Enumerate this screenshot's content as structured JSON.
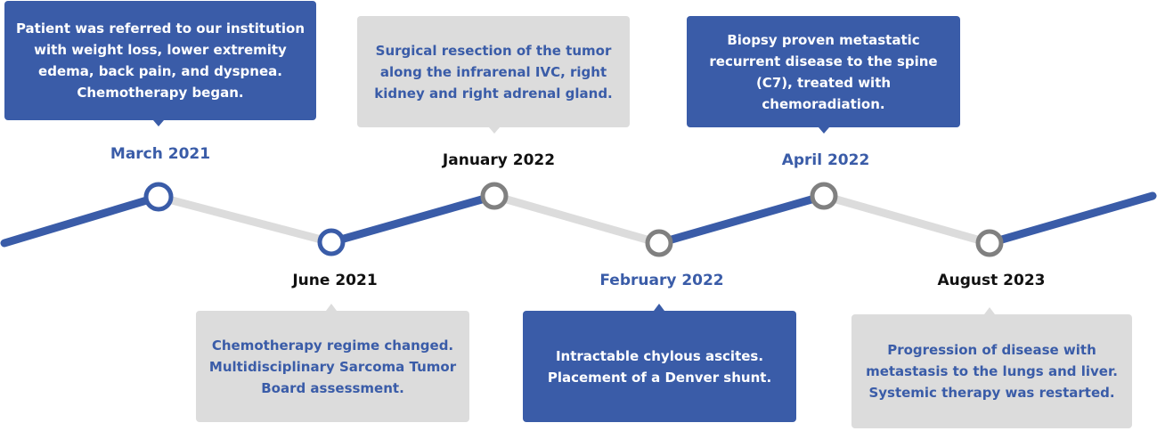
{
  "colors": {
    "accent": "#3a5ca8",
    "grey": "#dcdcdc",
    "grey_node": "#808080",
    "dark_text": "#111111"
  },
  "events": [
    {
      "date": "March 2021",
      "text": "Patient was referred to our institution with weight loss, lower extremity edema, back pain, and dyspnea. Chemotherapy began."
    },
    {
      "date": "June 2021",
      "text": "Chemotherapy regime changed. Multidisciplinary Sarcoma Tumor Board assessment."
    },
    {
      "date": "January 2022",
      "text": "Surgical resection of the tumor along the infrarenal IVC, right kidney and right adrenal gland."
    },
    {
      "date": "February 2022",
      "text": "Intractable chylous ascites. Placement of a Denver shunt."
    },
    {
      "date": "April 2022",
      "text": "Biopsy proven metastatic recurrent disease to the spine (C7), treated with chemoradiation."
    },
    {
      "date": "August 2023",
      "text": "Progression of disease with metastasis to the lungs and liver. Systemic therapy was restarted."
    }
  ]
}
